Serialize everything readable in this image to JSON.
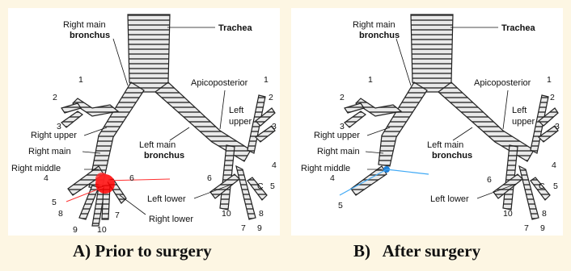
{
  "panel_a": {
    "caption": "A) Prior to surgery",
    "labels": {
      "right_main_bronchus_1": "Right main",
      "right_main_bronchus_2": "bronchus",
      "trachea": "Trachea",
      "apicoposterior": "Apicoposterior",
      "left_upper_1": "Left",
      "left_upper_2": "upper",
      "right_upper": "Right upper",
      "right_main": "Right main",
      "right_middle": "Right middle",
      "left_main_1": "Left main",
      "left_main_2": "bronchus",
      "left_lower": "Left lower",
      "right_lower": "Right lower"
    }
  },
  "panel_b": {
    "caption": "B)   After surgery",
    "labels": {
      "right_main_bronchus_1": "Right main",
      "right_main_bronchus_2": "bronchus",
      "trachea": "Trachea",
      "apicoposterior": "Apicoposterior",
      "left_upper_1": "Left",
      "left_upper_2": "upper",
      "right_upper": "Right upper",
      "right_main": "Right main",
      "right_middle": "Right middle",
      "left_main_1": "Left main",
      "left_main_2": "bronchus",
      "left_lower": "Left lower"
    }
  },
  "segment_numbers": [
    "1",
    "2",
    "3",
    "4",
    "5",
    "6",
    "7",
    "8",
    "9",
    "10",
    "C"
  ],
  "colors": {
    "tumor": "#ff0000",
    "stent": "#3fa9f5",
    "background": "#fdf6e3"
  }
}
